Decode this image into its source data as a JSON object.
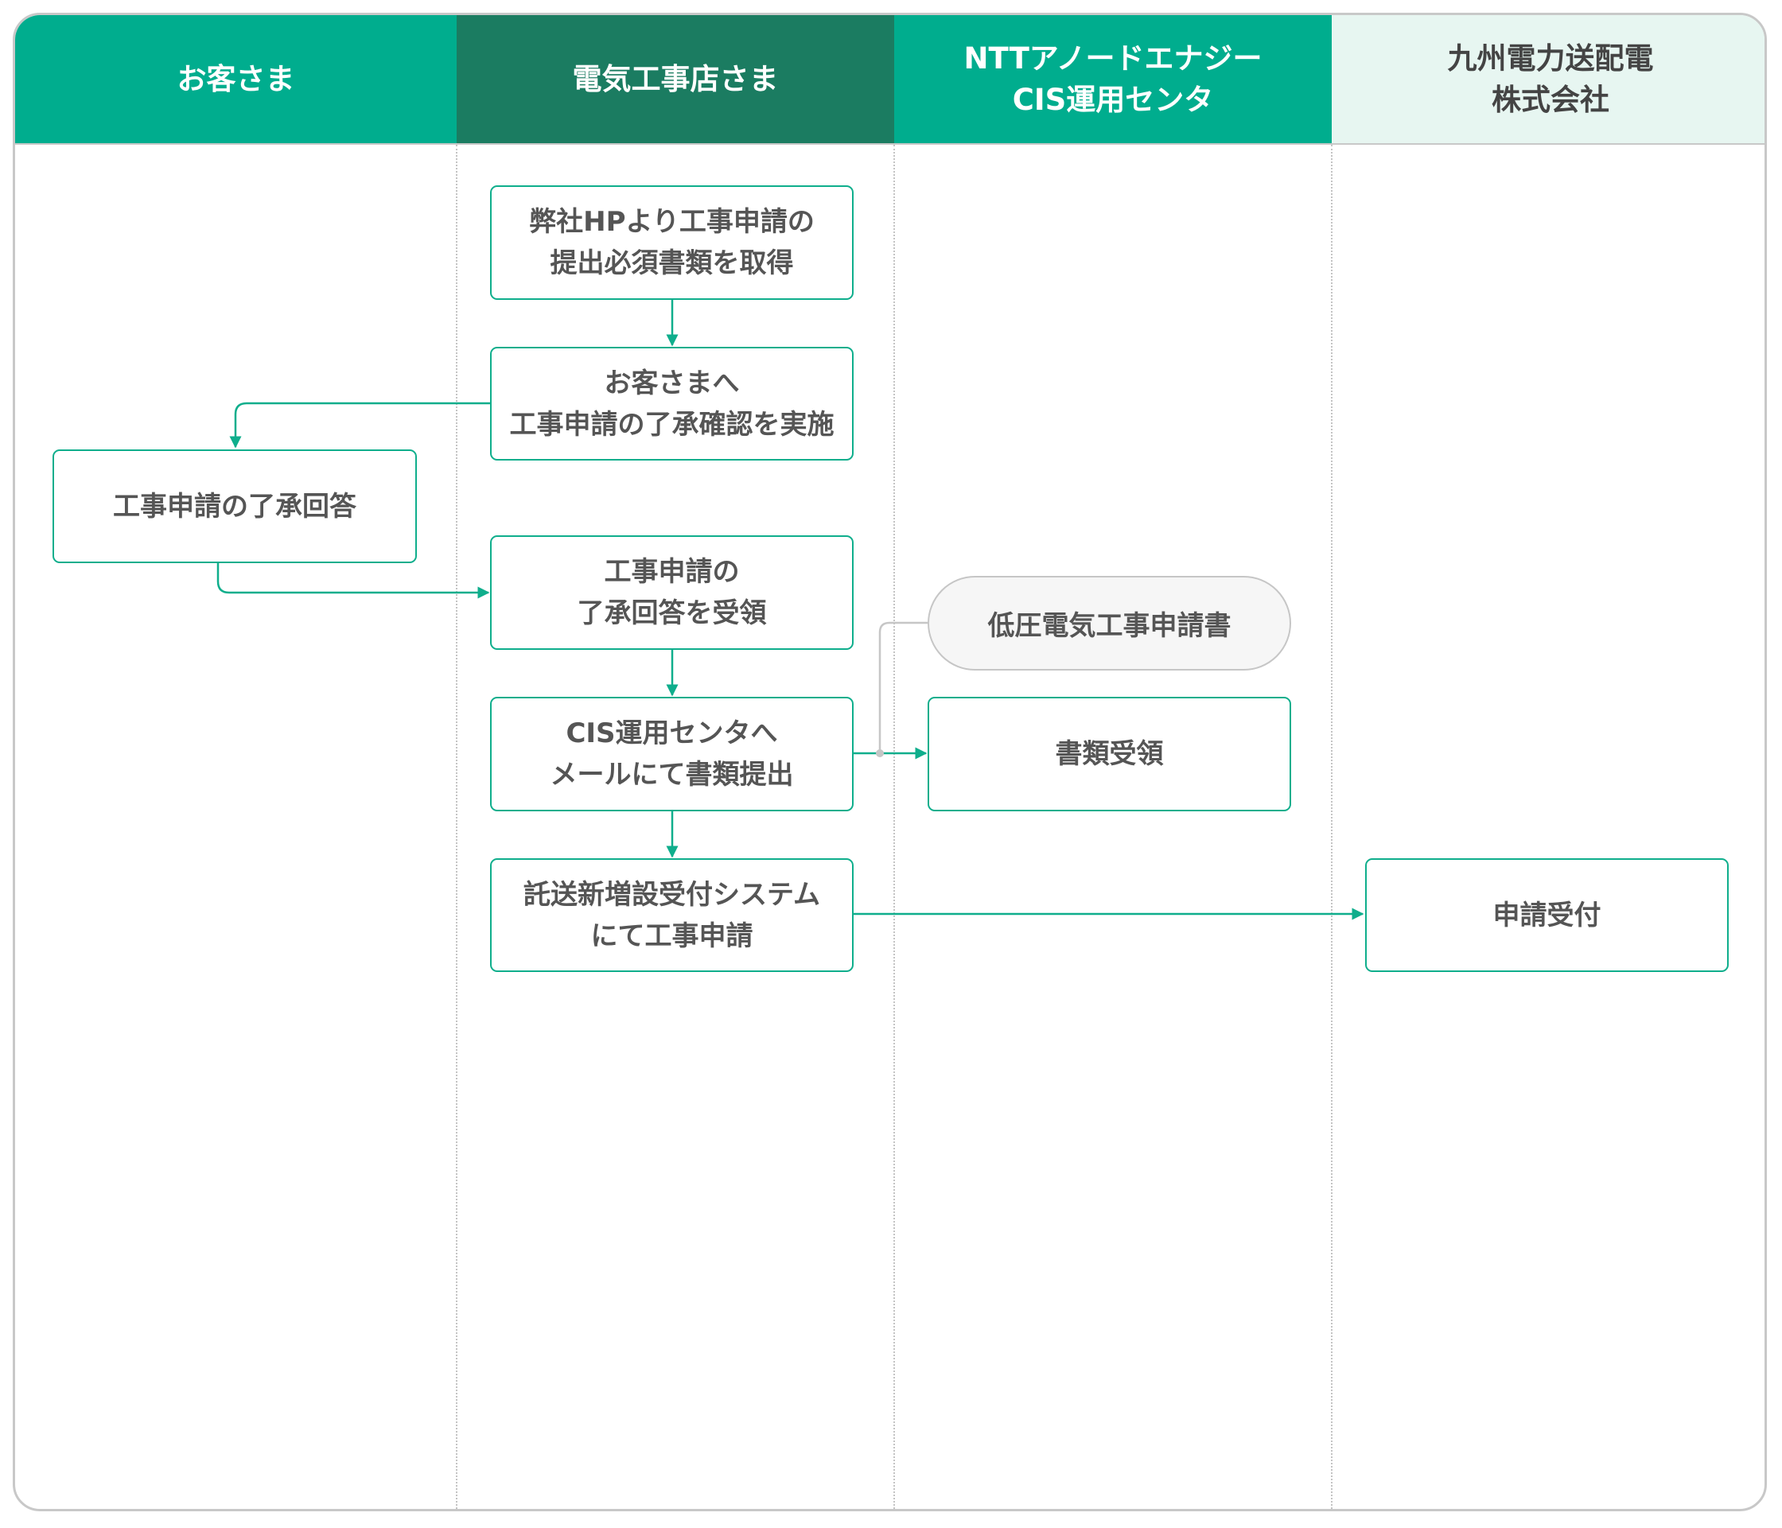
{
  "colors": {
    "accent": "#00ad8e",
    "accent_dark": "#1b7c61",
    "accent_light": "#e7f6f1",
    "border": "#0fae8c",
    "text": "#555555"
  },
  "lanes": [
    {
      "label": "お客さま"
    },
    {
      "label": "電気工事店さま"
    },
    {
      "label": "NTTアノードエナジー\nCIS運用センタ"
    },
    {
      "label": "九州電力送配電\n株式会社"
    }
  ],
  "steps": {
    "get_docs": "弊社HPより工事申請の\n提出必須書類を取得",
    "confirm_consent": "お客さまへ\n工事申請の了承確認を実施",
    "consent_reply": "工事申請の了承回答",
    "receive_reply": "工事申請の\n了承回答を受領",
    "email_cis": "CIS運用センタへ\nメールにて書類提出",
    "receive_docs": "書類受領",
    "apply_system": "託送新増設受付システム\nにて工事申請",
    "accept_application": "申請受付"
  },
  "document": "低圧電気工事申請書"
}
